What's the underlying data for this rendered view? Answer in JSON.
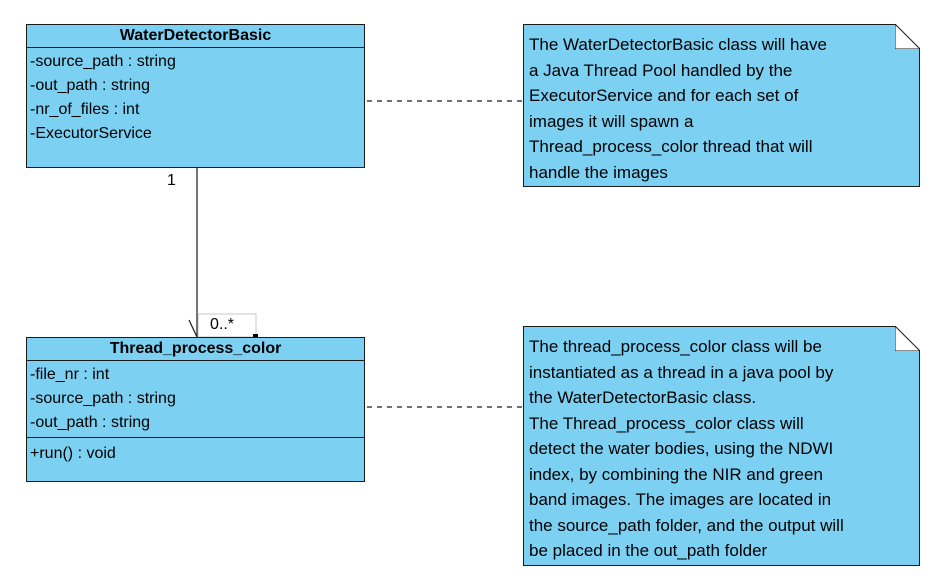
{
  "classes": {
    "water_detector": {
      "name": "WaterDetectorBasic",
      "attributes": [
        "-source_path : string",
        "-out_path : string",
        "-nr_of_files : int",
        "-ExecutorService"
      ]
    },
    "thread_process": {
      "name": "Thread_process_color",
      "attributes": [
        "-file_nr : int",
        "-source_path : string",
        "-out_path : string"
      ],
      "operations": [
        "+run() : void"
      ]
    }
  },
  "association": {
    "source_multiplicity": "1",
    "target_multiplicity": "0..*"
  },
  "notes": {
    "note1": {
      "lines": [
        "The WaterDetectorBasic class will have",
        "a Java Thread Pool handled by the",
        "ExecutorService and for each set of",
        "images it will spawn a",
        "Thread_process_color thread that will",
        "handle the images"
      ]
    },
    "note2": {
      "lines": [
        "The thread_process_color class will be",
        "instantiated as a thread in a java pool by",
        "the WaterDetectorBasic class.",
        "The Thread_process_color class will",
        "detect the water bodies, using the NDWI",
        "index, by combining the NIR and green",
        "band images. The images are located in",
        "the source_path folder, and the output will",
        "be placed in the out_path folder"
      ]
    }
  },
  "colors": {
    "fill": "#7cd0f2",
    "border": "#1a1a1a"
  }
}
